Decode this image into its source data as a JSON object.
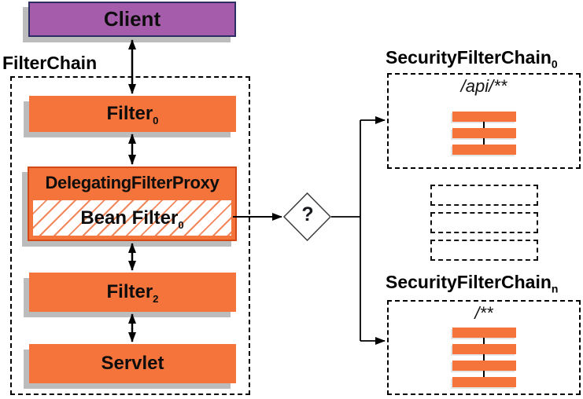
{
  "colors": {
    "box_orange": "#f4743b",
    "proxy_border": "#d14a16",
    "client_purple": "#a55cab",
    "client_border": "#2d2d64",
    "shadow_gray": "#bcbcbc",
    "hatch_orange": "#f2875c"
  },
  "client": {
    "label": "Client"
  },
  "filter_chain": {
    "title": "FilterChain",
    "filter0": {
      "name": "Filter",
      "sub": "0"
    },
    "proxy": {
      "title": "DelegatingFilterProxy"
    },
    "bean_filter": {
      "name": "Bean Filter",
      "sub": "0"
    },
    "filter2": {
      "name": "Filter",
      "sub": "2"
    },
    "servlet": {
      "label": "Servlet"
    }
  },
  "decision": {
    "label": "?"
  },
  "security_chains": [
    {
      "title": "SecurityFilterChain",
      "sub": "0",
      "url_pattern": "/api/**",
      "filter_slots": 3
    },
    {
      "title": "SecurityFilterChain",
      "sub": "n",
      "url_pattern": "/**",
      "filter_slots": 4
    }
  ],
  "collapsed_chains": {
    "count": 3
  }
}
